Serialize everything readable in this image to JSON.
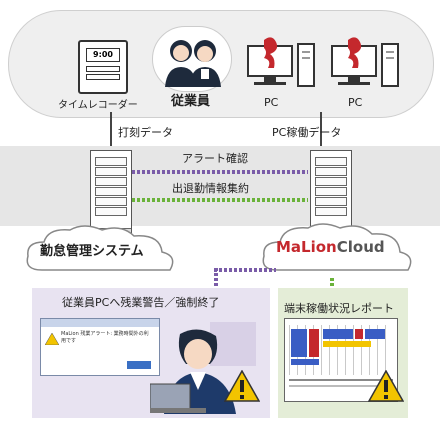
{
  "top": {
    "timerecorder_display": "9:00",
    "timerecorder_label": "タイムレコーダー",
    "employee_label": "従業員",
    "pc1_label": "PC",
    "pc2_label": "PC"
  },
  "flows": {
    "punch_data": "打刻データ",
    "pc_usage_data": "PC稼働データ",
    "alert_check": "アラート確認",
    "attendance_aggregation": "出退勤情報集約"
  },
  "systems": {
    "attendance_system": "勤怠管理システム",
    "malion_logo_1": "MaLion",
    "malion_logo_2": "Cloud"
  },
  "bottom": {
    "left_caption": "従業員PCへ残業警告／強制終了",
    "right_caption": "端末稼働状況レポート",
    "dialog_text": "MaLion 残業アラート: 業務時間外の利用です"
  },
  "colors": {
    "green": "#6ab23a",
    "purple": "#7a5ca8",
    "red": "#c4282d",
    "warning_yellow": "#f2c400"
  }
}
